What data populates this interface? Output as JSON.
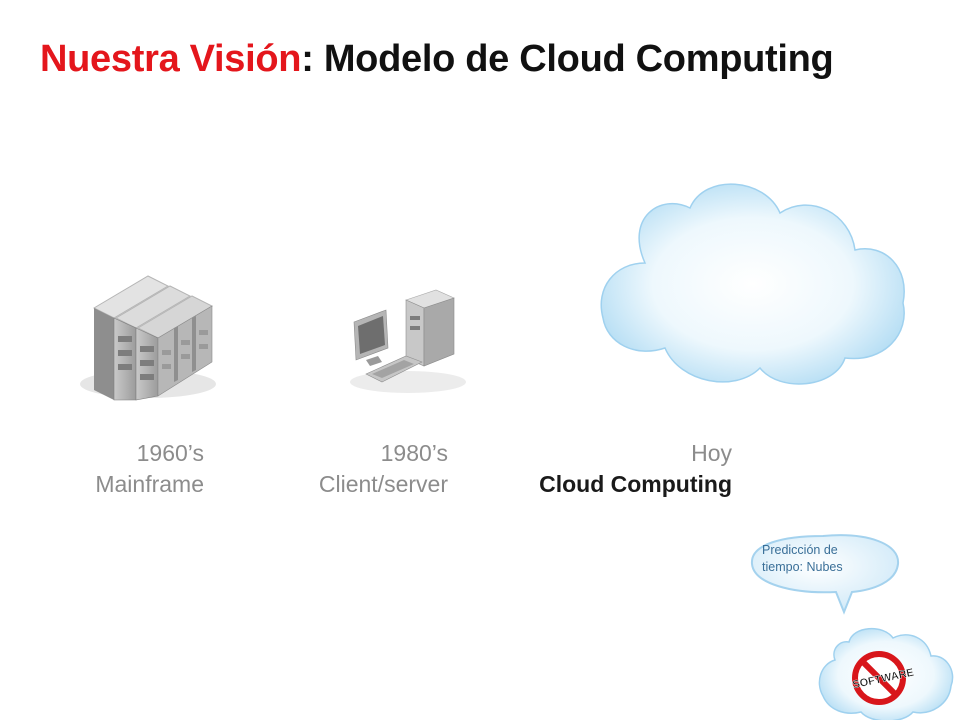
{
  "slide": {
    "title_highlight": "Nuestra Visión",
    "title_rest": ": Modelo de Cloud Computing"
  },
  "eras": [
    {
      "year": "1960’s",
      "label": "Mainframe"
    },
    {
      "year": "1980’s",
      "label": "Client/server"
    },
    {
      "year": "Hoy",
      "label": "Cloud Computing"
    }
  ],
  "callout": {
    "line1": "Predicción de",
    "line2": "tiempo: Nubes"
  },
  "logo": {
    "text": "SOFTWARE"
  },
  "colors": {
    "title_red": "#e4161c",
    "cloud_fill": "#bfe3f6",
    "no_sign": "#d8161b"
  }
}
